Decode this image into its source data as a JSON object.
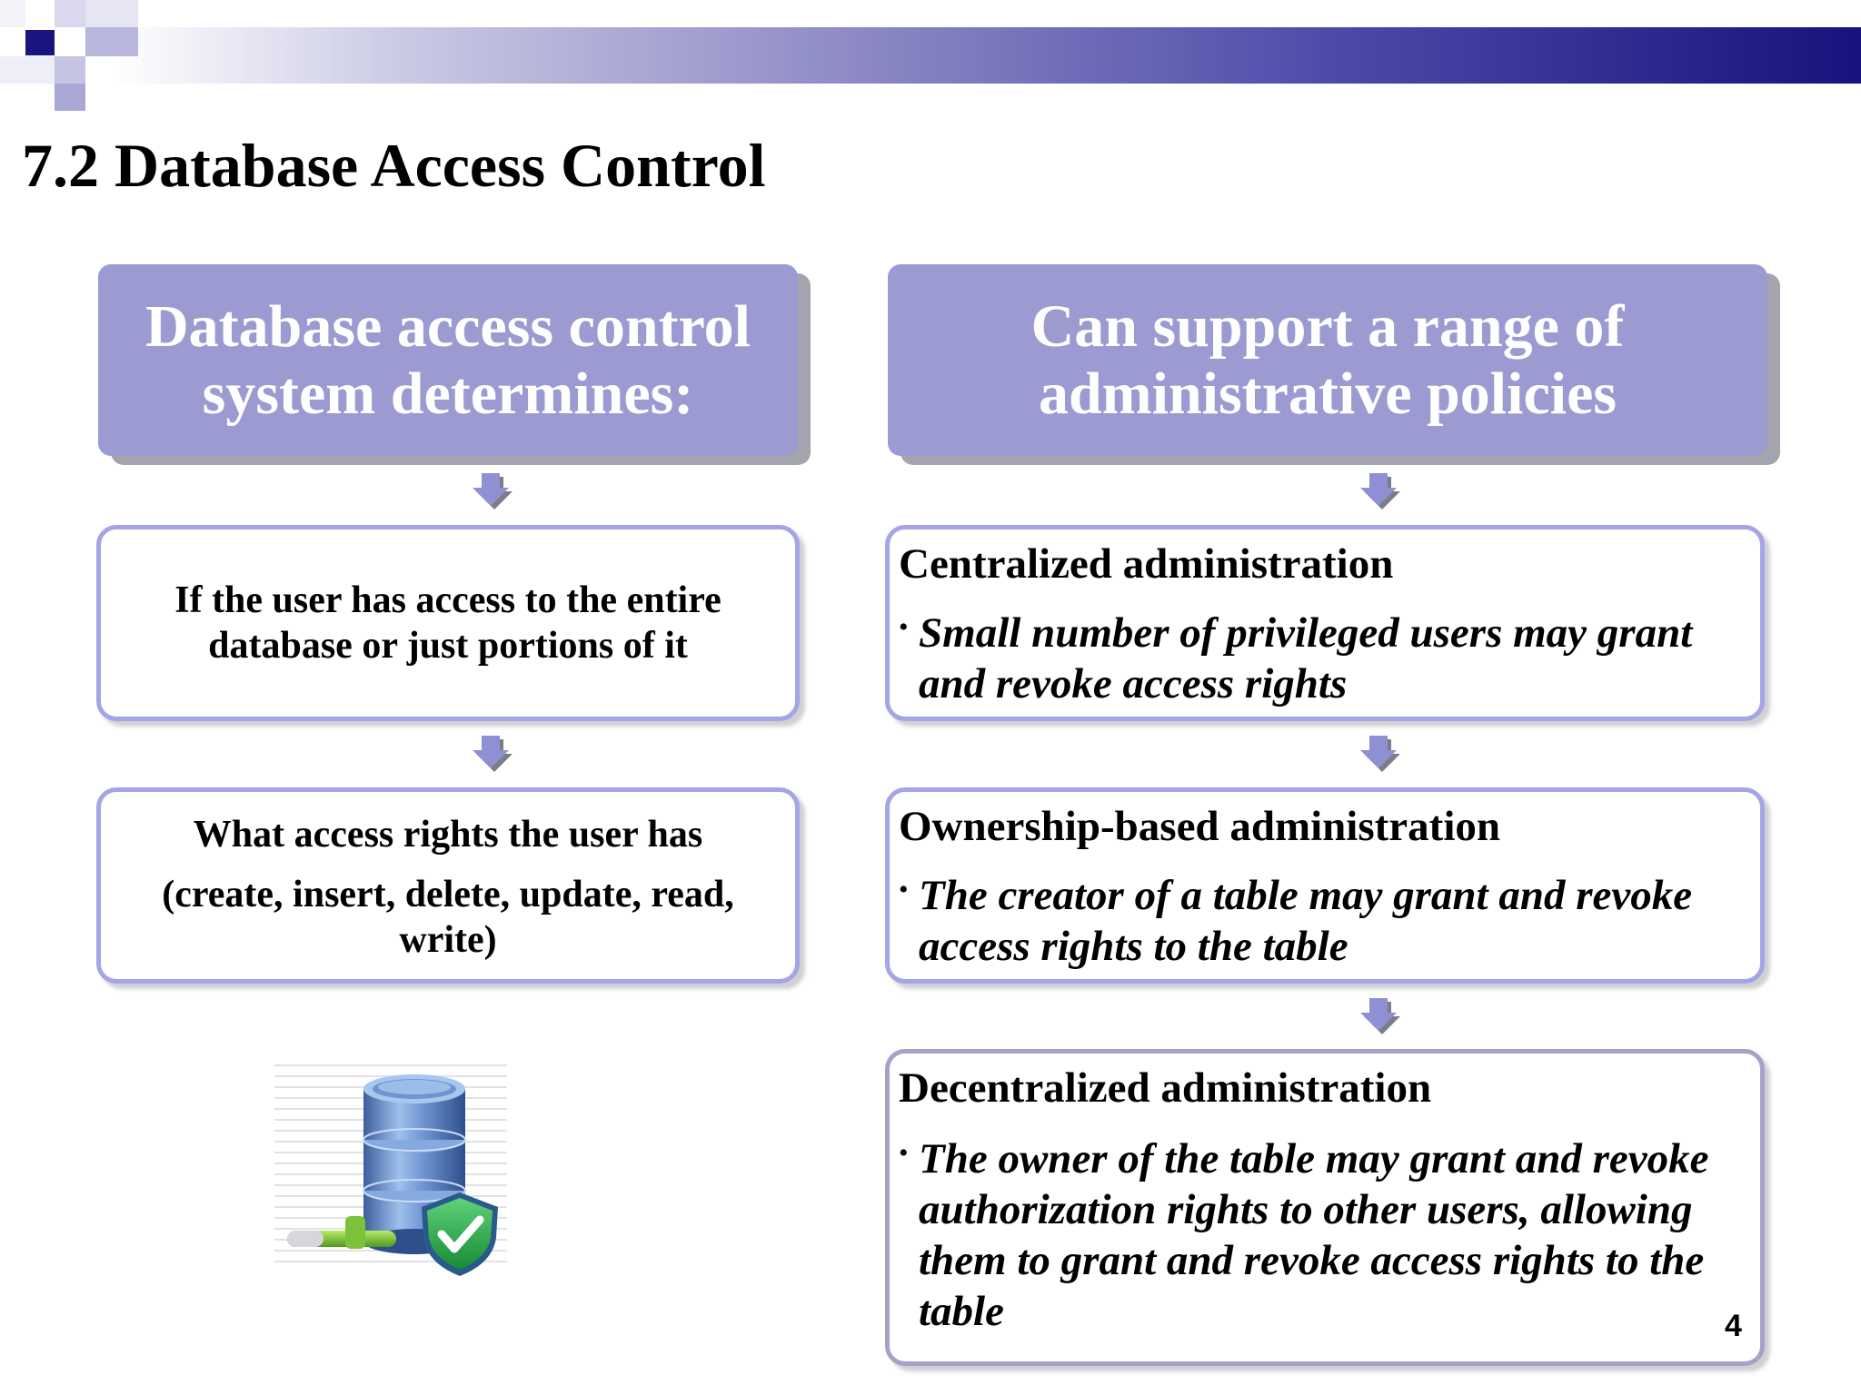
{
  "slide": {
    "title": "7.2 Database Access Control",
    "page_number": "4"
  },
  "left_column": {
    "header": "Database access control system determines:",
    "boxes": [
      {
        "lines": [
          "If the user has access to the entire",
          "database or just portions of it"
        ]
      },
      {
        "lines": [
          "What access rights the user has",
          "(create, insert, delete, update, read,",
          "write)"
        ]
      }
    ]
  },
  "right_column": {
    "header": "Can support a range of administrative policies",
    "boxes": [
      {
        "title": "Centralized administration",
        "bullet": "Small number of privileged users may grant and revoke access rights"
      },
      {
        "title": "Ownership-based administration",
        "bullet": "The creator of a table may grant and revoke access rights to the table"
      },
      {
        "title": "Decentralized administration",
        "bullet": "The owner of the table may grant and revoke authorization rights to other users, allowing them to grant and revoke access rights to the table"
      }
    ]
  },
  "icons": {
    "arrow": "down-arrow-icon",
    "database": "database-shield-icon"
  },
  "colors": {
    "header_fill": "#9b9bd1",
    "box_border": "#a5a4e6",
    "banner_dark": "#17127d",
    "arrow": "#8f8fd4"
  }
}
